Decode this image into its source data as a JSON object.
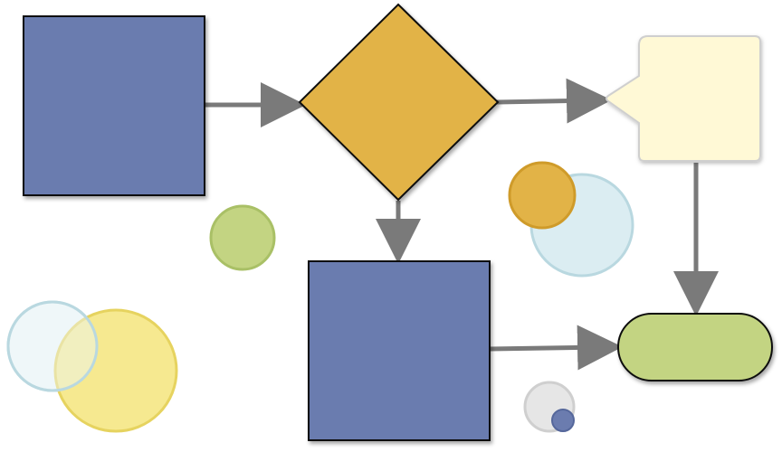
{
  "diagram": {
    "colors": {
      "process": "#6b7caf",
      "decision": "#e2b347",
      "callout": "#fff9d6",
      "terminator": "#c3d482",
      "arrow": "#7a7a7a",
      "outline": "#111111",
      "bubble_green": "#c3d482",
      "bubble_green_edge": "#a9c066",
      "bubble_yellow": "#f5e784",
      "bubble_yellow_edge": "#e6d35f",
      "bubble_light_blue": "#dbedf2",
      "bubble_light_blue_edge": "#b9d8e0",
      "bubble_white": "#eef6f9",
      "bubble_orange": "#e2b347",
      "bubble_orange_edge": "#cf9b2a",
      "bubble_gray": "#e6e6e6",
      "bubble_gray_edge": "#cfcfcf",
      "bubble_blue": "#6b7caf",
      "bubble_blue_edge": "#55679b"
    },
    "shapes": [
      {
        "id": "process-1",
        "kind": "process-box",
        "label": ""
      },
      {
        "id": "decision-1",
        "kind": "decision-diamond",
        "label": ""
      },
      {
        "id": "callout-1",
        "kind": "callout",
        "label": ""
      },
      {
        "id": "process-2",
        "kind": "process-box",
        "label": ""
      },
      {
        "id": "terminator-1",
        "kind": "terminator",
        "label": ""
      }
    ],
    "connections": [
      {
        "from": "process-1",
        "to": "decision-1"
      },
      {
        "from": "decision-1",
        "to": "callout-1"
      },
      {
        "from": "decision-1",
        "to": "process-2"
      },
      {
        "from": "callout-1",
        "to": "terminator-1"
      },
      {
        "from": "process-2",
        "to": "terminator-1"
      }
    ]
  }
}
